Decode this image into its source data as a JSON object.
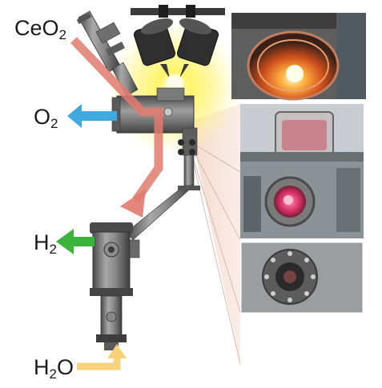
{
  "labels": {
    "ceo2": {
      "main": "CeO",
      "sub": "2"
    },
    "o2": {
      "main": "O",
      "sub": "2"
    },
    "h2": {
      "main": "H",
      "sub": "2"
    },
    "h2o": {
      "main": "H",
      "sub": "2",
      "tail": "O"
    }
  },
  "colors": {
    "ceo2_arrow": "#e07a6f",
    "o2_arrow": "#3fa9e0",
    "h2_arrow": "#3cb43c",
    "h2o_arrow": "#f8d27a",
    "glow": "#fff04a",
    "steel": "#7c7c7c"
  },
  "icons": [
    "solar-lamp-icon",
    "reactor-chamber-icon",
    "viewport-icon"
  ]
}
